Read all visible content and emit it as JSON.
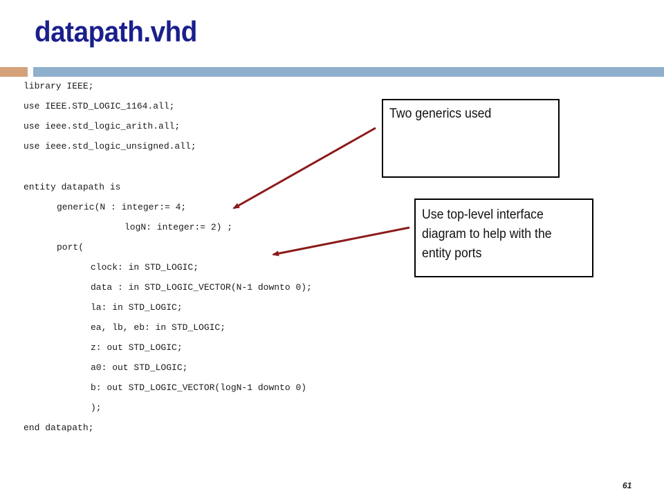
{
  "slide": {
    "title": "datapath.vhd",
    "page_number": "61",
    "colors": {
      "title": "#1a1f8c",
      "accent_orange": "#d4a27a",
      "accent_blue": "#8fb0cc"
    }
  },
  "code_lines": [
    {
      "indent": 0,
      "text": "library IEEE;"
    },
    {
      "indent": 0,
      "text": "use IEEE.STD_LOGIC_1164.all;"
    },
    {
      "indent": 0,
      "text": "use ieee.std_logic_arith.all;"
    },
    {
      "indent": 0,
      "text": "use ieee.std_logic_unsigned.all;"
    },
    {
      "indent": 0,
      "text": ""
    },
    {
      "indent": 0,
      "text": "entity datapath is"
    },
    {
      "indent": 1,
      "text": "generic(N : integer:= 4;"
    },
    {
      "indent": 3,
      "text": "logN: integer:= 2) ;"
    },
    {
      "indent": 1,
      "text": "port("
    },
    {
      "indent": 2,
      "text": "clock: in STD_LOGIC;"
    },
    {
      "indent": 2,
      "text": "data : in STD_LOGIC_VECTOR(N-1 downto 0);"
    },
    {
      "indent": 2,
      "text": "la: in STD_LOGIC;"
    },
    {
      "indent": 2,
      "text": "ea, lb, eb: in STD_LOGIC;"
    },
    {
      "indent": 2,
      "text": "z: out STD_LOGIC;"
    },
    {
      "indent": 2,
      "text": "a0: out STD_LOGIC;"
    },
    {
      "indent": 2,
      "text": "b: out STD_LOGIC_VECTOR(logN-1 downto 0)"
    },
    {
      "indent": 2,
      "text": ");"
    },
    {
      "indent": 0,
      "text": "end datapath;"
    }
  ],
  "callouts": {
    "generics": {
      "lines": [
        "Two generics used"
      ]
    },
    "ports": {
      "lines": [
        "Use top-level interface",
        "diagram to help with the",
        "entity ports"
      ]
    }
  }
}
